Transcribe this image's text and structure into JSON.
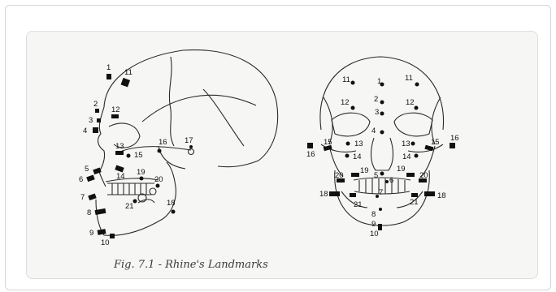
{
  "caption": "Fig. 7.1 - Rhine's Landmarks",
  "lateral_labels": [
    "1",
    "11",
    "2",
    "12",
    "3",
    "4",
    "13",
    "15",
    "16",
    "17",
    "5",
    "14",
    "19",
    "6",
    "20",
    "7",
    "21",
    "8",
    "18",
    "9",
    "10"
  ],
  "frontal_labels": [
    "11",
    "1",
    "11",
    "12",
    "2",
    "12",
    "3",
    "4",
    "16",
    "15",
    "13",
    "13",
    "15",
    "16",
    "14",
    "14",
    "19",
    "5",
    "19",
    "20",
    "6",
    "20",
    "18",
    "7",
    "18",
    "21",
    "21",
    "8",
    "9",
    "10"
  ],
  "colors": {
    "line": "#2a2a2a",
    "marker": "#111111",
    "panel": "#f6f6f4"
  }
}
